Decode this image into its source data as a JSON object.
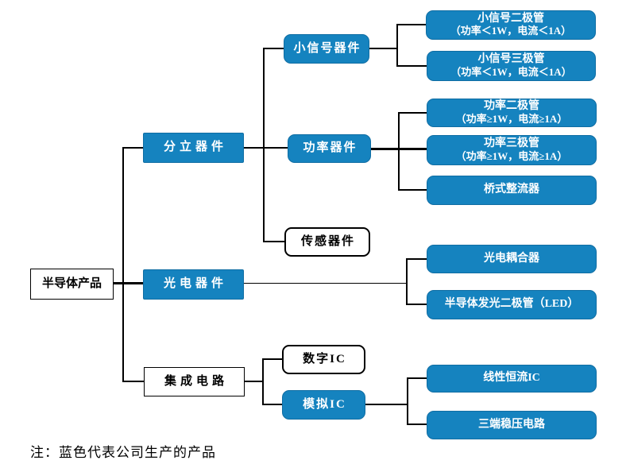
{
  "diagram": {
    "title_hint": "半导体产品分类图",
    "note": "注：蓝色代表公司生产的产品",
    "colors": {
      "company_blue": "#1583BF",
      "line": "#000000",
      "background": "#ffffff"
    },
    "nodes": {
      "root": {
        "label": "半导体产品"
      },
      "discrete": {
        "label": "分立器件"
      },
      "opto": {
        "label": "光电器件"
      },
      "ic": {
        "label": "集成电路"
      },
      "small_signal": {
        "label": "小信号器件"
      },
      "power": {
        "label": "功率器件"
      },
      "sensor": {
        "label": "传感器件"
      },
      "digital_ic": {
        "label": "数字IC"
      },
      "analog_ic": {
        "label": "模拟IC"
      },
      "ss_diode": {
        "label": "小信号二极管",
        "sub": "（功率＜1W，电流＜1A）"
      },
      "ss_triode": {
        "label": "小信号三极管",
        "sub": "（功率＜1W，电流＜1A）"
      },
      "pw_diode": {
        "label": "功率二极管",
        "sub": "（功率≥1W，电流≥1A）"
      },
      "pw_triode": {
        "label": "功率三极管",
        "sub": "（功率≥1W，电流≥1A）"
      },
      "bridge": {
        "label": "桥式整流器"
      },
      "photocoupler": {
        "label": "光电耦合器"
      },
      "led": {
        "label": "半导体发光二极管（LED）"
      },
      "linear_cc": {
        "label": "线性恒流IC"
      },
      "three_term": {
        "label": "三端稳压电路"
      }
    }
  }
}
